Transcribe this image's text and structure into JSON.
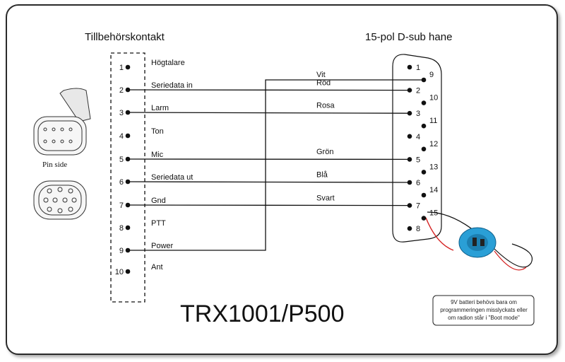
{
  "left_header": "Tillbehörskontakt",
  "right_header": "15-pol D-sub hane",
  "pin_side_label": "Pin side",
  "title": "TRX1001/P500",
  "accessory_pins": [
    {
      "num": "1",
      "signal": "Högtalare"
    },
    {
      "num": "2",
      "signal": "Seriedata in"
    },
    {
      "num": "3",
      "signal": "Larm"
    },
    {
      "num": "4",
      "signal": "Ton"
    },
    {
      "num": "5",
      "signal": "Mic"
    },
    {
      "num": "6",
      "signal": "Seriedata ut"
    },
    {
      "num": "7",
      "signal": "Gnd"
    },
    {
      "num": "8",
      "signal": "PTT"
    },
    {
      "num": "9",
      "signal": "Power"
    },
    {
      "num": "10",
      "signal": "Ant"
    }
  ],
  "dsub_pins": [
    "1",
    "2",
    "3",
    "4",
    "5",
    "6",
    "7",
    "8",
    "9",
    "10",
    "11",
    "12",
    "13",
    "14",
    "15"
  ],
  "wires": [
    {
      "from": "9",
      "to": "9",
      "color_label": "Vit"
    },
    {
      "from": "2",
      "to": "2",
      "color_label": "Röd"
    },
    {
      "from": "3",
      "to": "3",
      "color_label": "Rosa"
    },
    {
      "from": "5",
      "to": "5",
      "color_label": "Grön"
    },
    {
      "from": "6",
      "to": "6",
      "color_label": "Blå"
    },
    {
      "from": "7",
      "to": "7",
      "color_label": "Svart"
    }
  ],
  "battery_note": [
    "9V batteri behövs bara om",
    "programmeringen misslyckats eller",
    "om radion står i \"Boot mode\""
  ],
  "colors": {
    "battery_clip": "#2a9fd6",
    "red_lead": "#d42020",
    "wire": "#111111"
  }
}
